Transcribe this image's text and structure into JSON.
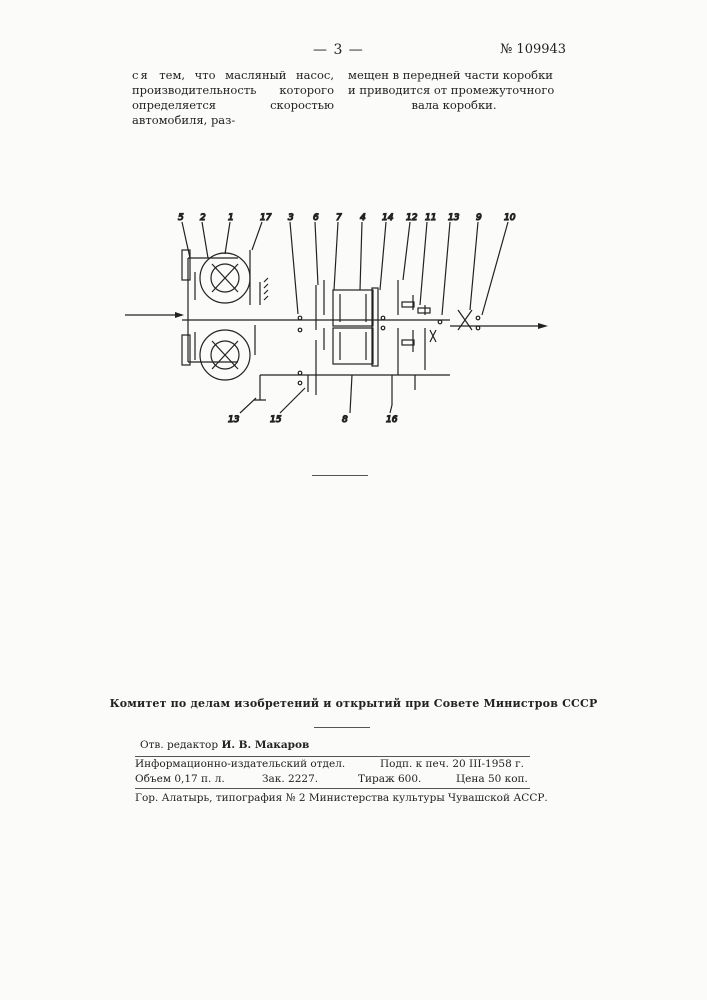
{
  "header": {
    "page_number": "— 3 —",
    "patent_number": "№ 109943"
  },
  "body_text": {
    "col1_spaced": "ся",
    "col1_text": " тем, что масляный насос, производительность которого определяется скоростью автомобиля, раз-",
    "col2_line1": "мещен в передней части коробки",
    "col2_line2": "и приводится от промежуточного",
    "col2_line3": "вала коробки."
  },
  "figure": {
    "labels": [
      "5",
      "2",
      "1",
      "17",
      "3",
      "6",
      "7",
      "4",
      "14",
      "12",
      "11",
      "13",
      "9",
      "10",
      "13",
      "15",
      "8",
      "16"
    ]
  },
  "footer": {
    "committee": "Комитет по делам изобретений и открытий при Совете Министров СССР",
    "editor_prefix": "Отв. редактор",
    "editor_name": "И. В. Макаров",
    "dept": "Информационно-издательский отдел.",
    "signed": "Подп. к печ. 20 III-1958 г.",
    "volume": "Объем 0,17 п. л.",
    "order": "Зак. 2227.",
    "print_run": "Тираж 600.",
    "price": "Цена 50 коп.",
    "printer": "Гор. Алатырь, типография № 2 Министерства культуры Чувашской АССР."
  }
}
